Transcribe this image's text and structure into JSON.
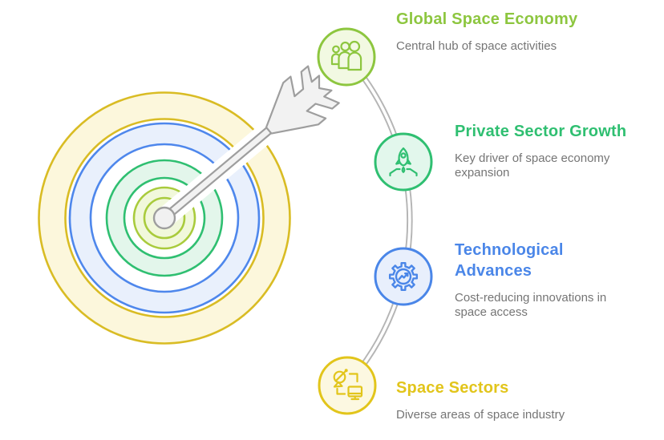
{
  "diagram_title": "",
  "steps": [
    {
      "title": "Global Space Economy",
      "description": "Central hub of space activities",
      "accent": "#8DC63F",
      "circle_fill": "#F2F9E2",
      "icon": "people-group-icon"
    },
    {
      "title": "Private Sector Growth",
      "description": "Key driver of space economy expansion",
      "accent": "#2FBF71",
      "circle_fill": "#E2F7EC",
      "icon": "rocket-launch-icon"
    },
    {
      "title": "Technological Advances",
      "description": "Cost-reducing innovations in space access",
      "accent": "#4A86E8",
      "circle_fill": "#E8EFFC",
      "icon": "gear-growth-icon"
    },
    {
      "title": "Space Sectors",
      "description": "Diverse areas of space industry",
      "accent": "#E2C51B",
      "circle_fill": "#FCF8E1",
      "icon": "satellite-monitor-icon"
    }
  ],
  "target": {
    "outer_ring_color": "#D9BC24",
    "outer_ring_fill": "#FCF7DC",
    "second_ring_color": "#4E87EC",
    "second_ring_fill": "#E9F0FC",
    "third_ring_color": "#2FBF71",
    "third_ring_fill": "#E3F6EB",
    "bullseye_color": "#A9CB3C",
    "bullseye_fill": "#F1F8DB"
  },
  "arrow": {
    "fill": "#F2F2F2",
    "stroke": "#9E9E9E"
  },
  "connector_color": "#B5B5B5",
  "description_color": "#757575"
}
